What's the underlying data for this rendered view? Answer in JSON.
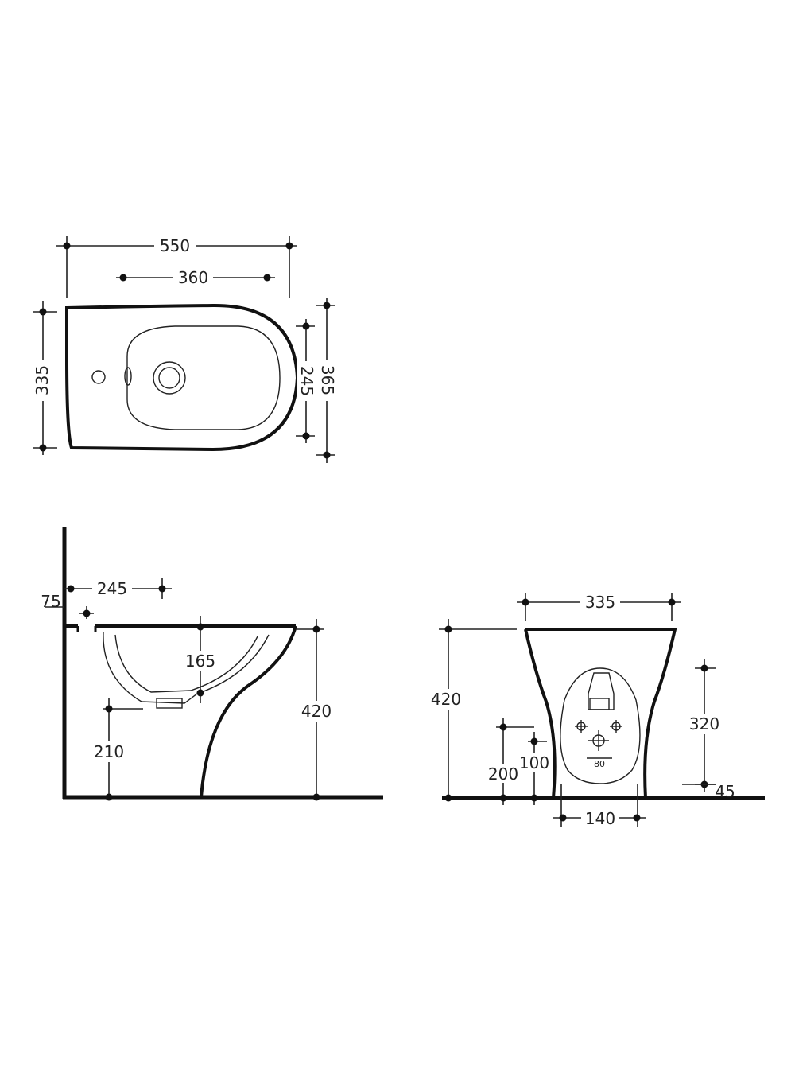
{
  "colors": {
    "line": "#111111",
    "background": "#ffffff"
  },
  "top_view": {
    "width_overall": "550",
    "bowl_length": "360",
    "depth_left": "335",
    "bowl_width": "245",
    "depth_right": "365"
  },
  "side_view": {
    "wall_offset": "75",
    "tap_distance": "245",
    "bowl_depth": "165",
    "height": "420",
    "outlet_height": "210"
  },
  "front_view": {
    "width": "335",
    "height": "420",
    "supply_height": "320",
    "outlet_height_left": "200",
    "outlet_height_inner": "100",
    "base_height": "45",
    "base_width": "140",
    "center_mark": "80"
  }
}
